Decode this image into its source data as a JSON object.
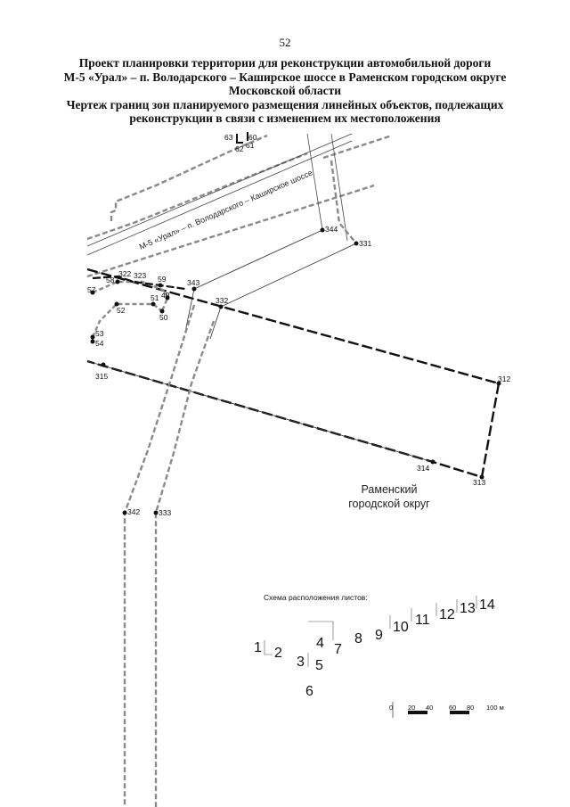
{
  "page": {
    "number": "52"
  },
  "header": {
    "line1": "Проект планировки территории для реконструкции автомобильной дороги",
    "line2": "М-5 «Урал» – п. Володарского – Каширское шоссе в Раменском городском округе",
    "line3": "Московской области",
    "line4": "Чертеж границ зон планируемого размещения линейных объектов, подлежащих",
    "line5": "реконструкции в связи с изменением их местоположения"
  },
  "map": {
    "road_label": "М-5 «Урал» – п. Володарского – Каширское шоссе",
    "area_label_line1": "Раменский",
    "area_label_line2": "городской округ",
    "points": {
      "p63": "63",
      "p60": "60",
      "p62": "62",
      "p61": "61",
      "p344": "344",
      "p331": "331",
      "p322": "322",
      "p323": "323",
      "p58": "58",
      "p59": "59",
      "p57": "57",
      "p343": "343",
      "p51": "51",
      "p49": "49",
      "p332": "332",
      "p52": "52",
      "p50": "50",
      "p53": "53",
      "p54": "54",
      "p315": "315",
      "p312": "312",
      "p314": "314",
      "p313": "313",
      "p342": "342",
      "p333": "333"
    }
  },
  "scheme": {
    "title": "Схема расположения листов:",
    "sheets": [
      "1",
      "2",
      "3",
      "4",
      "5",
      "6",
      "7",
      "8",
      "9",
      "10",
      "11",
      "12",
      "13",
      "14"
    ]
  },
  "scale_bar": {
    "labels": [
      "0",
      "20",
      "40",
      "60",
      "80",
      "100 м"
    ]
  }
}
